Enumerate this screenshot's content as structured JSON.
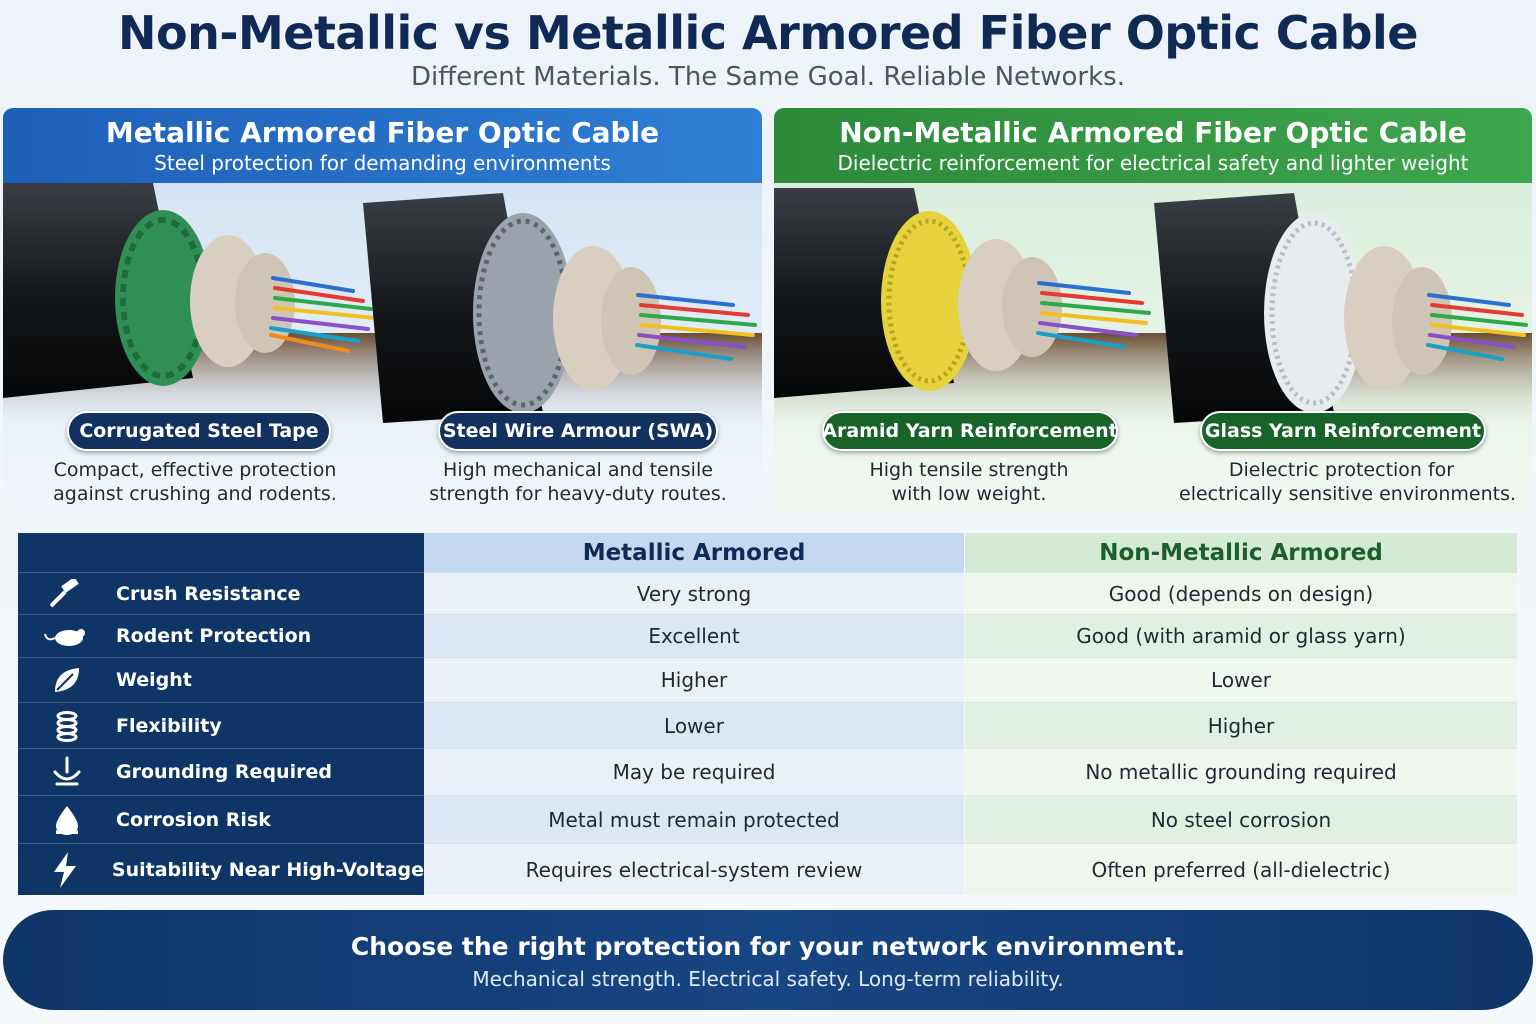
{
  "header": {
    "title": "Non-Metallic vs Metallic Armored Fiber Optic Cable",
    "subtitle": "Different Materials. The Same Goal. Reliable Networks."
  },
  "metallic_panel": {
    "title": "Metallic Armored Fiber Optic Cable",
    "subtitle": "Steel protection for demanding environments",
    "types": [
      {
        "label": "Corrugated Steel Tape",
        "desc_line1": "Compact, effective protection",
        "desc_line2": "against crushing and rodents.",
        "armor_color": "#2f8f55"
      },
      {
        "label": "Steel Wire Armour (SWA)",
        "desc_line1": "High mechanical and tensile",
        "desc_line2": "strength for heavy-duty routes.",
        "armor_color": "#9aa3ab"
      }
    ]
  },
  "nonmetallic_panel": {
    "title": "Non-Metallic Armored Fiber Optic Cable",
    "subtitle": "Dielectric reinforcement for electrical safety and lighter weight",
    "types": [
      {
        "label": "Aramid Yarn Reinforcement",
        "desc_line1": "High tensile strength",
        "desc_line2": "with low weight.",
        "armor_color": "#e6d23c"
      },
      {
        "label": "Glass Yarn Reinforcement",
        "desc_line1": "Dielectric protection for",
        "desc_line2": "electrically sensitive environments.",
        "armor_color": "#e8ecef"
      }
    ]
  },
  "table": {
    "col_metallic": "Metallic Armored",
    "col_nonmetallic": "Non-Metallic Armored",
    "rows": [
      {
        "icon": "hammer-icon",
        "feature": "Crush Resistance",
        "metallic": "Very strong",
        "nonmetallic": "Good (depends on design)"
      },
      {
        "icon": "rodent-icon",
        "feature": "Rodent Protection",
        "metallic": "Excellent",
        "nonmetallic": "Good (with aramid or glass yarn)"
      },
      {
        "icon": "leaf-icon",
        "feature": "Weight",
        "metallic": "Higher",
        "nonmetallic": "Lower"
      },
      {
        "icon": "coil-icon",
        "feature": "Flexibility",
        "metallic": "Lower",
        "nonmetallic": "Higher"
      },
      {
        "icon": "ground-icon",
        "feature": "Grounding Required",
        "metallic": "May be required",
        "nonmetallic": "No metallic grounding required"
      },
      {
        "icon": "droplet-icon",
        "feature": "Corrosion Risk",
        "metallic": "Metal must remain protected",
        "nonmetallic": "No steel corrosion"
      },
      {
        "icon": "lightning-icon",
        "feature": "Suitability Near High-Voltage",
        "metallic": "Requires electrical-system review",
        "nonmetallic": "Often preferred (all-dielectric)"
      }
    ]
  },
  "footer": {
    "headline": "Choose the right protection for your network environment.",
    "tagline": "Mechanical strength. Electrical safety. Long-term reliability."
  }
}
